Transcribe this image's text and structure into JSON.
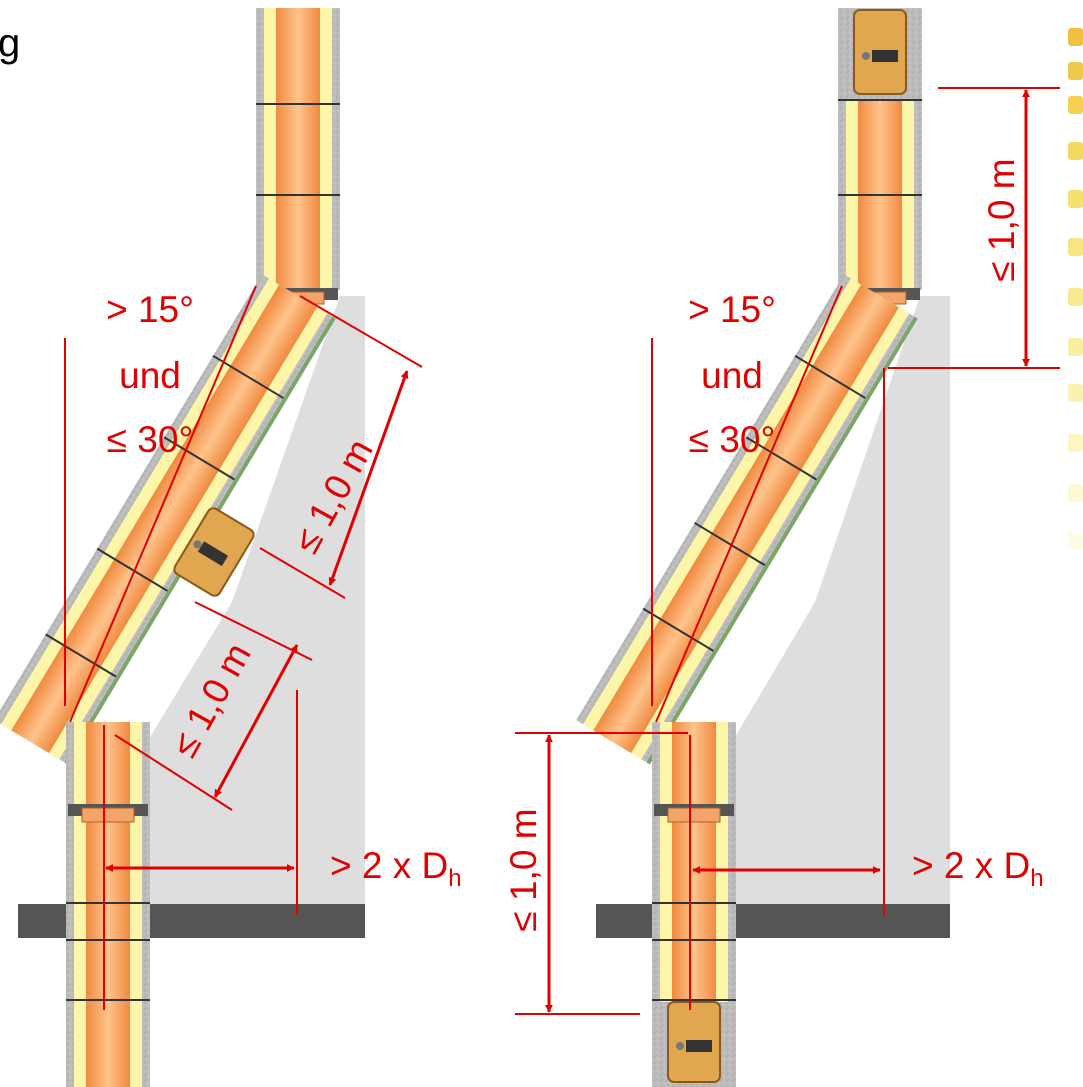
{
  "figure": {
    "edge_text": "g",
    "left": {
      "angle_line1": "> 15°",
      "angle_line2": "und",
      "angle_line3": "≤ 30°",
      "dim_upper": "≤ 1,0 m",
      "dim_lower": "≤ 1,0 m",
      "dim_horizontal": "> 2 x D",
      "dim_horizontal_sub": "h"
    },
    "right": {
      "angle_line1": "> 15°",
      "angle_line2": "und",
      "angle_line3": "≤ 30°",
      "dim_top_vertical": "≤ 1,0 m",
      "dim_bottom_vertical": "≤ 1,0 m",
      "dim_horizontal": "> 2 x D",
      "dim_horizontal_sub": "h"
    },
    "colors": {
      "annotation": "#e10000",
      "pipe_core": "#f7a15c",
      "pipe_highlight": "#ffc791",
      "insulation": "#fdf6a8",
      "shell": "#b9b9b9",
      "wall_fill": "#dedede",
      "floor_slab": "#555555",
      "inspection_door": "#e0a650"
    }
  }
}
